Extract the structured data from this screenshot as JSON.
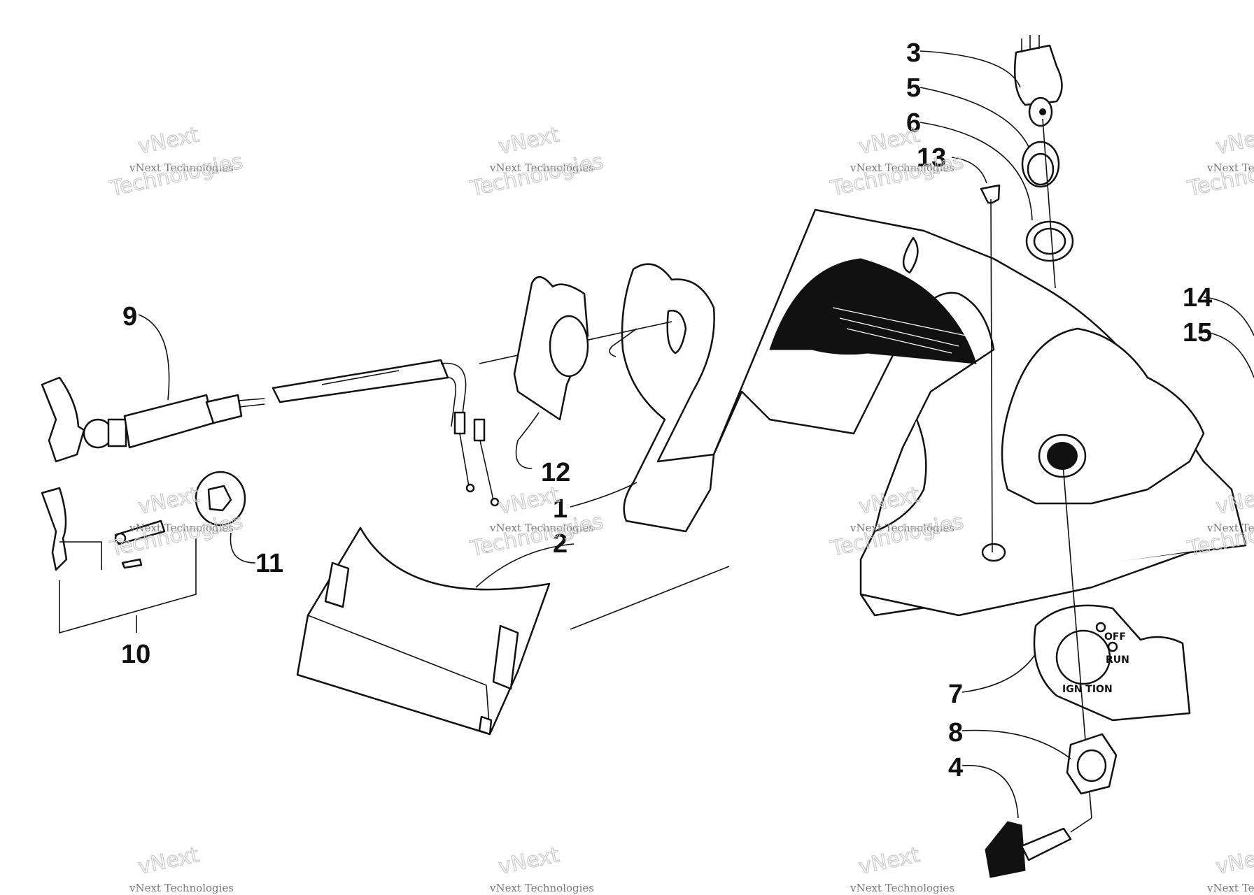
{
  "callouts": [
    "1",
    "2",
    "3",
    "4",
    "5",
    "6",
    "7",
    "8",
    "9",
    "10",
    "11",
    "12",
    "13",
    "14",
    "15"
  ],
  "watermark": {
    "line1": "vNext Technologies",
    "line2": "vNext",
    "line3": "Technologies"
  },
  "switch_labels": {
    "off": "OFF",
    "run": "RUN",
    "ignition": "IGN TION"
  }
}
